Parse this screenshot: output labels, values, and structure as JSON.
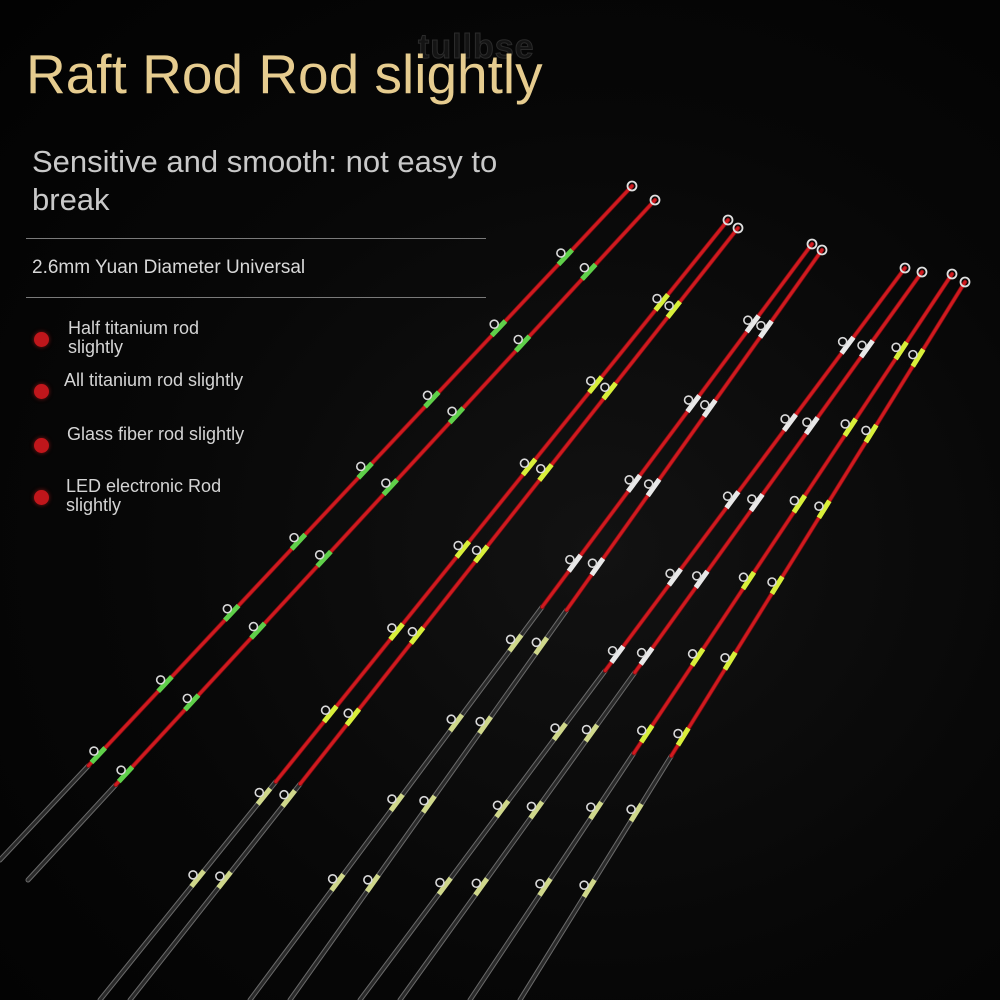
{
  "watermark": "tullbse",
  "title": "Raft Rod Rod slightly",
  "subtitle": "Sensitive and smooth: not easy to break",
  "spec": "2.6mm Yuan Diameter Universal",
  "features": [
    {
      "label": "Half titanium rod slightly"
    },
    {
      "label": "All titanium rod slightly"
    },
    {
      "label": "Glass fiber rod slightly"
    },
    {
      "label": "LED electronic Rod slightly"
    }
  ],
  "colors": {
    "title": "#e6cc8f",
    "rod_red": "#d01a1f",
    "guide_yellow": "#d8ef3a",
    "bullet": "#c0161b"
  }
}
